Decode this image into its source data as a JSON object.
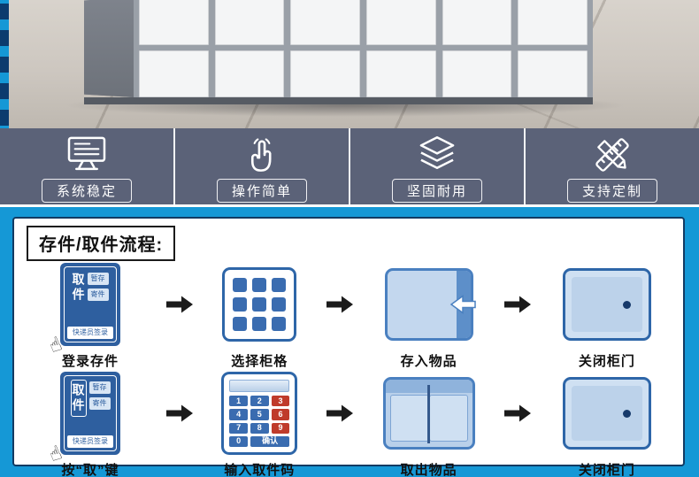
{
  "features": {
    "items": [
      {
        "label": "系统稳定",
        "icon": "monitor-icon"
      },
      {
        "label": "操作简单",
        "icon": "tap-hand-icon"
      },
      {
        "label": "坚固耐用",
        "icon": "stacked-layers-icon"
      },
      {
        "label": "支持定制",
        "icon": "pencil-ruler-icon"
      }
    ]
  },
  "process": {
    "title": "存件/取件流程:",
    "row1": {
      "step1": "登录存件",
      "step2": "选择柜格",
      "step3": "存入物品",
      "step4": "关闭柜门"
    },
    "row2": {
      "step1": "按“取”键",
      "step2": "输入取件码",
      "step3": "取出物品",
      "step4": "关闭柜门"
    },
    "locker_panel": {
      "main_key": "取件",
      "side_keys": [
        "暂存",
        "寄件"
      ],
      "footer": "快递员签录"
    },
    "numpad": {
      "keys": [
        "1",
        "2",
        "3",
        "4",
        "5",
        "6",
        "7",
        "8",
        "9",
        "0",
        "确认"
      ],
      "red_keys": [
        "3",
        "6",
        "9"
      ]
    },
    "hand_cursor_glyph": "☝"
  },
  "colors": {
    "accent_cyan": "#1598d6",
    "banner_slate": "#5b6278",
    "panel_border_navy": "#123b63",
    "locker_blue_dark": "#2e5f9f",
    "locker_blue_light": "#c3d7ee",
    "key_blue": "#3a6cb0",
    "key_red": "#bf3b2b",
    "arrow_black": "#1b1b1b"
  }
}
